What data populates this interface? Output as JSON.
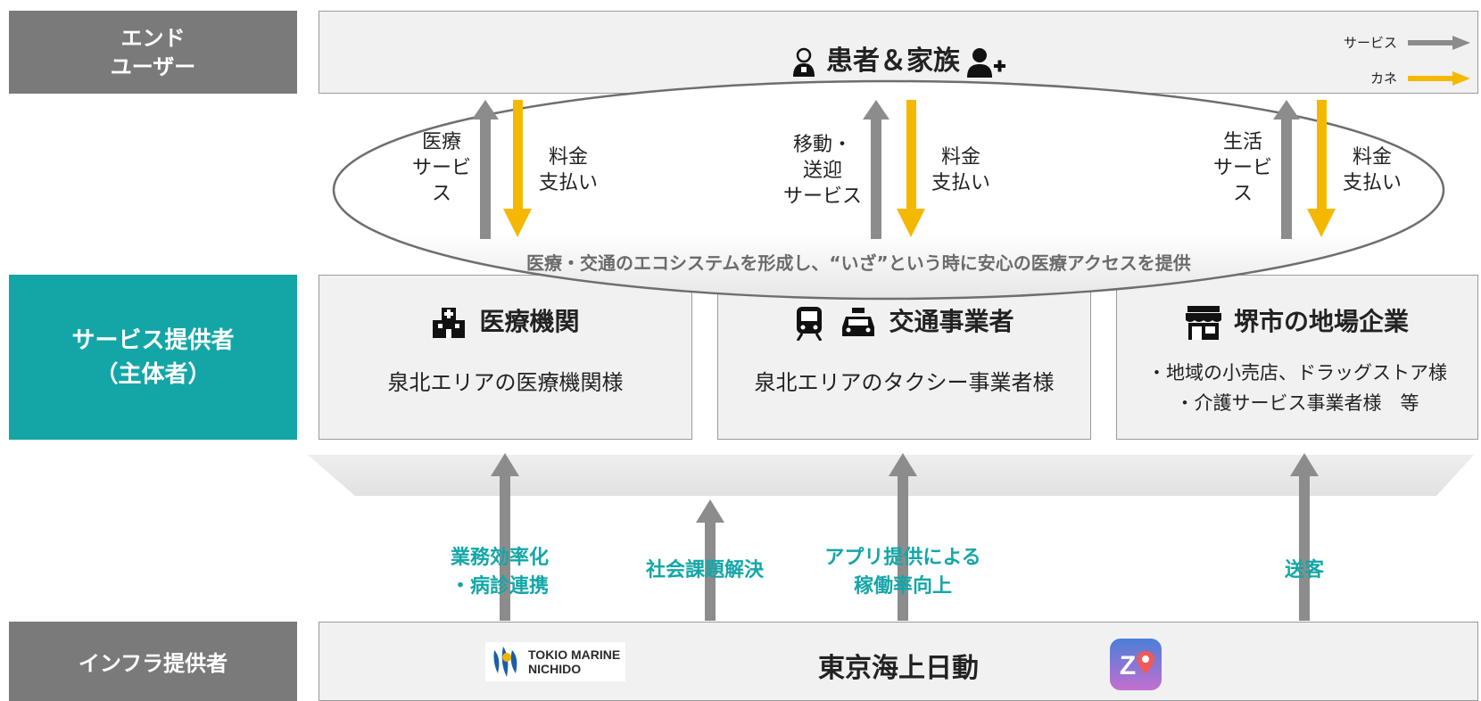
{
  "row_labels": {
    "end_user": [
      "エンド",
      "ユーザー"
    ],
    "service_provider": [
      "サービス提供者",
      "（主体者）"
    ],
    "infra_provider": "インフラ提供者"
  },
  "end_user": {
    "title": "患者＆家族"
  },
  "legend": {
    "service": "サービス",
    "money": "カネ"
  },
  "ellipse": {
    "groups": [
      {
        "service_label": [
          "医療",
          "サービ",
          "ス"
        ],
        "payment_label": [
          "料金",
          "支払い"
        ]
      },
      {
        "service_label": [
          "移動・",
          "送迎",
          "サービス"
        ],
        "payment_label": [
          "料金",
          "支払い"
        ]
      },
      {
        "service_label": [
          "生活",
          "サービ",
          "ス"
        ],
        "payment_label": [
          "料金",
          "支払い"
        ]
      }
    ],
    "caption": "医療・交通のエコシステムを形成し、“いざ”という時に安心の医療アクセスを提供"
  },
  "providers": [
    {
      "title": "医療機関",
      "icon": "hospital-icon",
      "description": [
        "泉北エリアの医療機関様"
      ]
    },
    {
      "title": "交通事業者",
      "icon": "train-taxi-icon",
      "description": [
        "泉北エリアのタクシー事業者様"
      ]
    },
    {
      "title": "堺市の地場企業",
      "icon": "shop-icon",
      "description": [
        "・地域の小売店、ドラッグストア様",
        "・介護サービス事業者様　等"
      ]
    }
  ],
  "value_labels": [
    [
      "業務効率化",
      "・病診連携"
    ],
    [
      "社会課題解決"
    ],
    [
      "アプリ提供による",
      "稼働率向上"
    ],
    [
      "送客"
    ]
  ],
  "infra": {
    "name": "東京海上日動",
    "logo_text": [
      "TOKIO MARINE",
      "NICHIDO"
    ],
    "app_icon": "Z"
  },
  "colors": {
    "gray_label": "#7a7a7a",
    "teal": "#14a6a7",
    "service_arrow": "#8c8c8c",
    "money_arrow": "#f5b800",
    "box_fill": "#f1f1f1"
  }
}
